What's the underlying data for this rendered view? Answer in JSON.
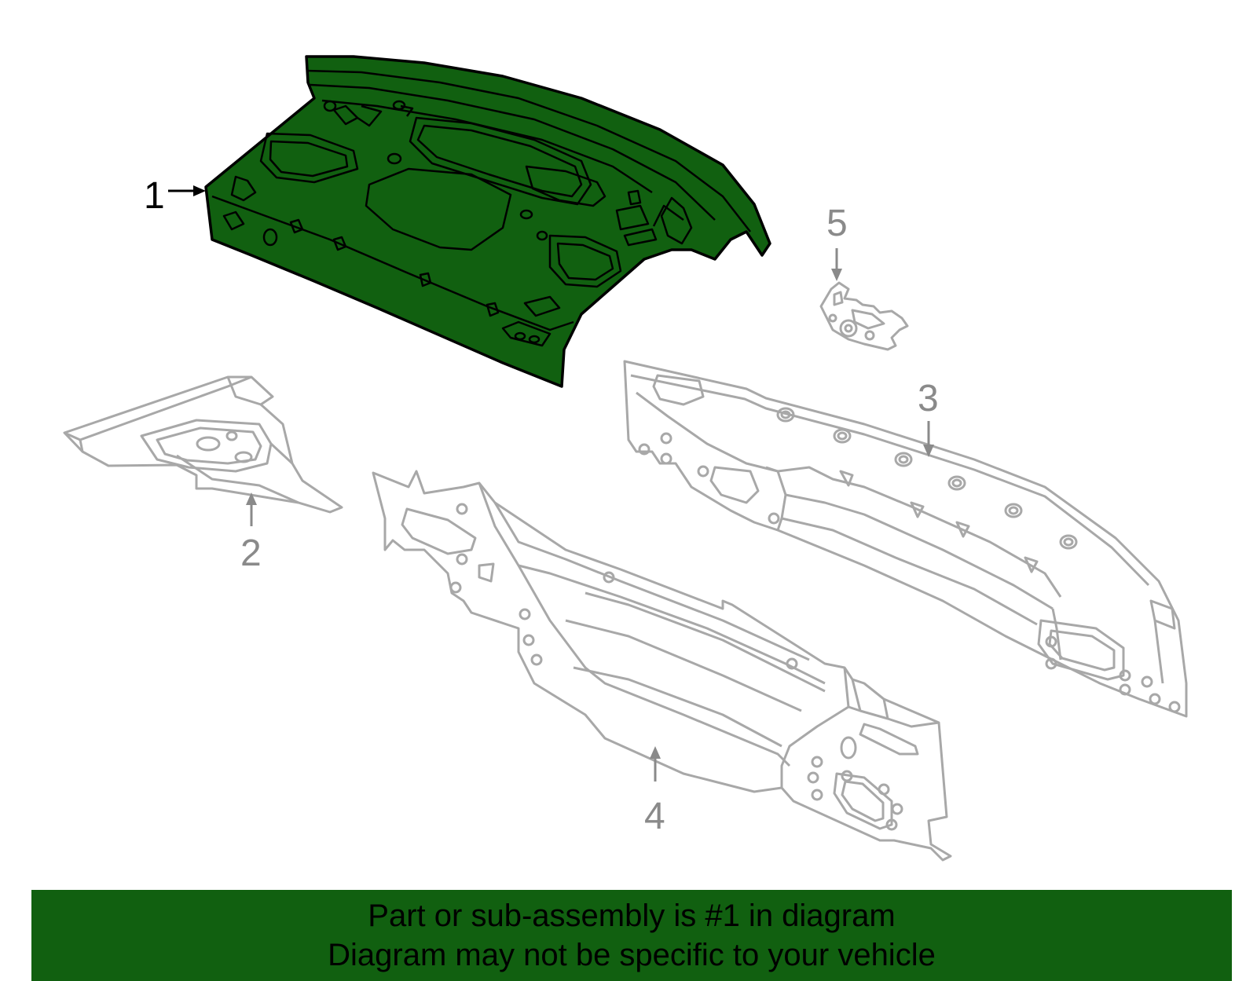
{
  "colors": {
    "highlight_fill": "#116010",
    "highlight_stroke": "#000000",
    "part_stroke": "#a8a8a8",
    "label_gray": "#8a8a8a",
    "banner_bg": "#116010",
    "banner_text": "#000000"
  },
  "callouts": [
    {
      "id": "1",
      "text": "1"
    },
    {
      "id": "2",
      "text": "2"
    },
    {
      "id": "3",
      "text": "3"
    },
    {
      "id": "4",
      "text": "4"
    },
    {
      "id": "5",
      "text": "5"
    }
  ],
  "banner": {
    "line1": "Part or sub-assembly is #1 in diagram",
    "line2": "Diagram may not be specific to your vehicle"
  }
}
